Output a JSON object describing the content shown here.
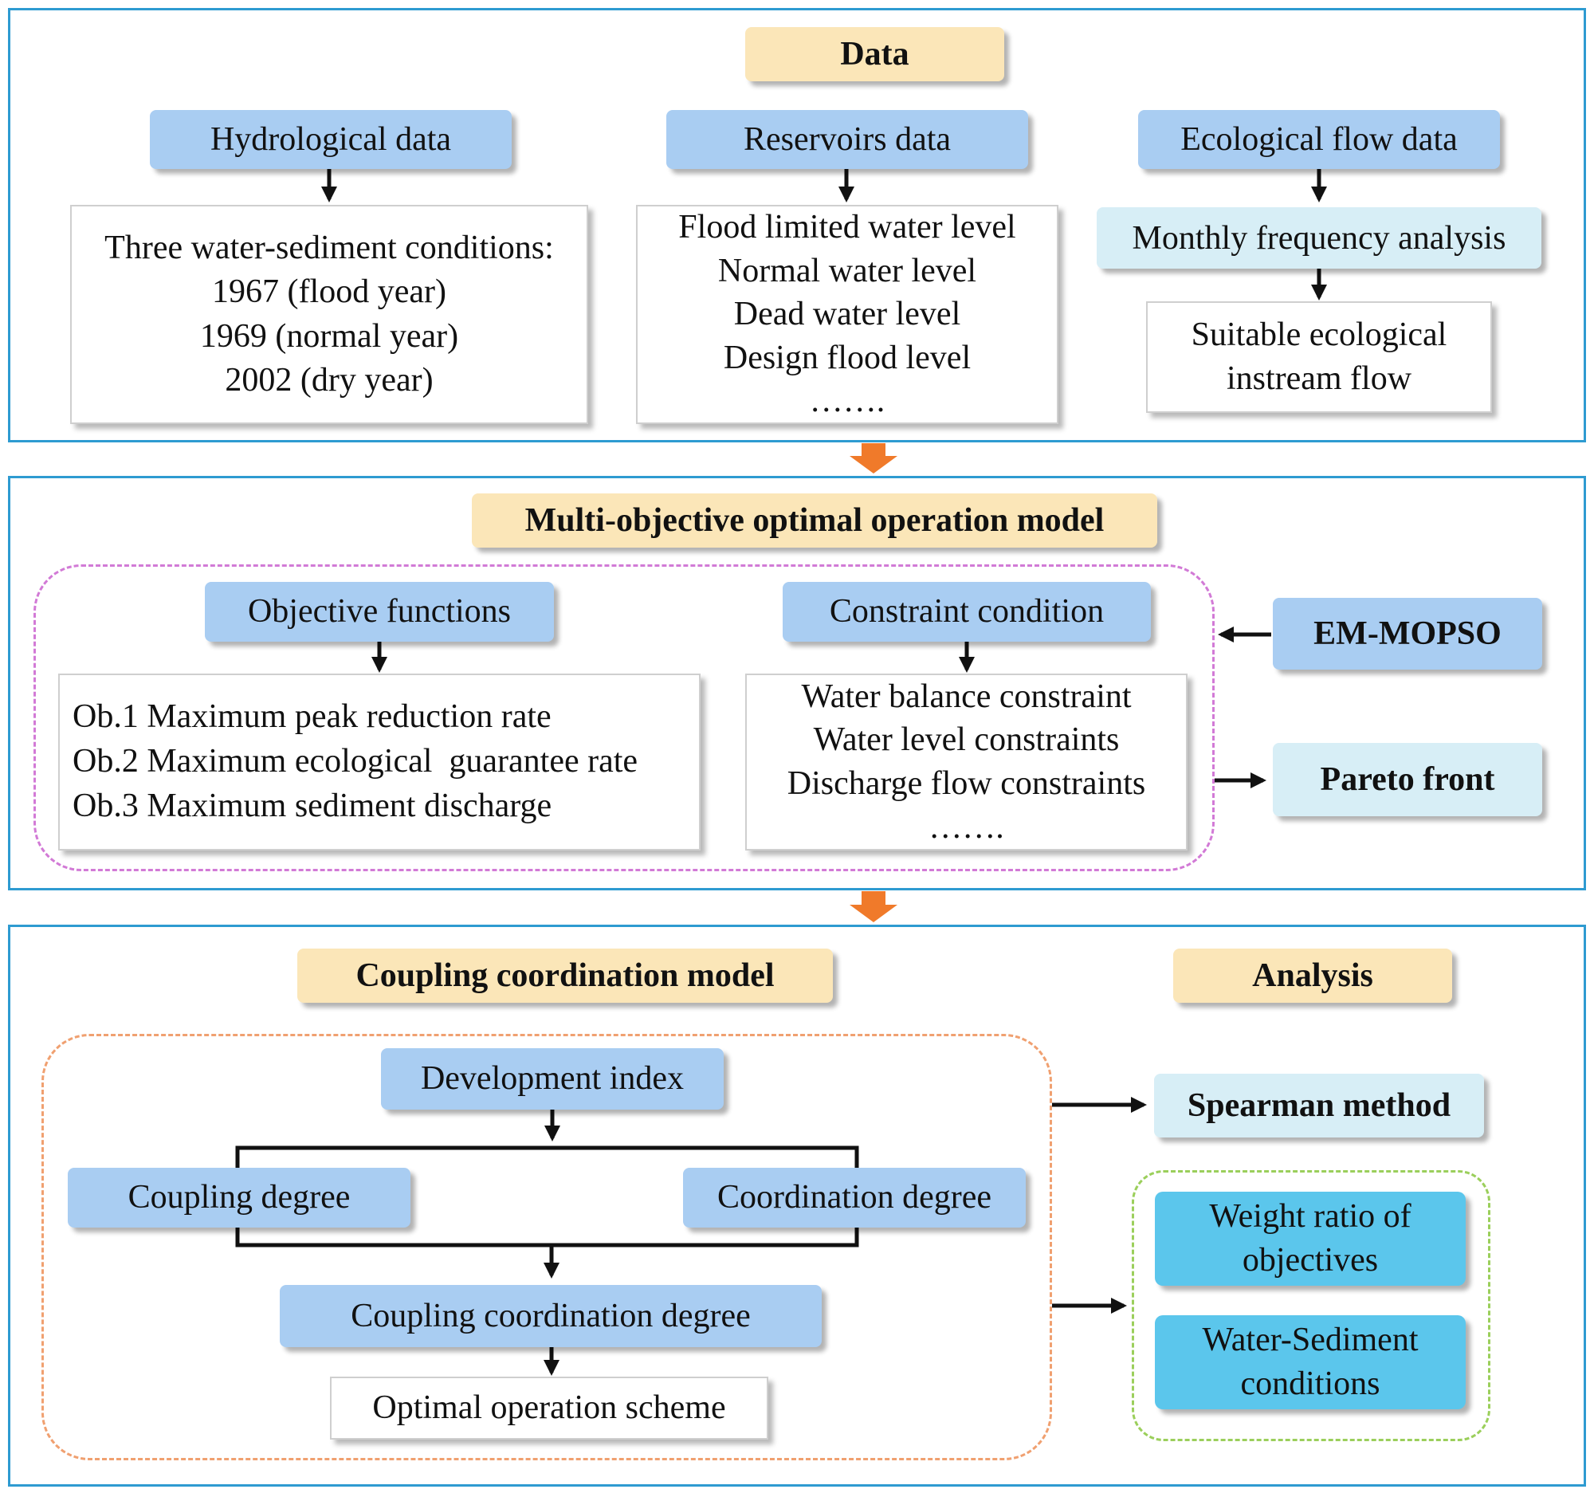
{
  "data_section": {
    "title": "Data",
    "hydrological": {
      "header": "Hydrological data",
      "lines": [
        "Three water-sediment conditions:",
        "1967 (flood year)",
        "1969 (normal year)",
        "2002 (dry year)"
      ]
    },
    "reservoirs": {
      "header": "Reservoirs data",
      "lines": [
        "Flood limited water level",
        "Normal water level",
        "Dead water level",
        "Design flood level",
        "……."
      ]
    },
    "ecological": {
      "header": "Ecological flow data",
      "analysis": "Monthly frequency analysis",
      "lines": [
        "Suitable ecological",
        "instream flow"
      ]
    }
  },
  "model_section": {
    "title": "Multi-objective optimal operation model",
    "objectives": {
      "header": "Objective functions",
      "lines": [
        "Ob.1 Maximum peak reduction rate",
        "Ob.2 Maximum ecological  guarantee rate",
        "Ob.3 Maximum sediment discharge"
      ]
    },
    "constraints": {
      "header": "Constraint condition",
      "lines": [
        "Water balance constraint",
        "Water level constraints",
        "Discharge flow constraints",
        "……."
      ]
    },
    "algorithm": "EM-MOPSO",
    "result": "Pareto front"
  },
  "coupling_section": {
    "title": "Coupling coordination model",
    "development_index": "Development index",
    "coupling_degree": "Coupling degree",
    "coordination_degree": "Coordination degree",
    "ccd": "Coupling coordination degree",
    "scheme": "Optimal operation scheme"
  },
  "analysis_section": {
    "title": "Analysis",
    "method": "Spearman method",
    "factors": [
      "Weight ratio of objectives",
      "Water-Sediment conditions"
    ]
  },
  "colors": {
    "panel_border": "#2e9bd1",
    "title_fill": "#fbe6b8",
    "header_fill": "#a9cdf2",
    "light_fill": "#d7eef6",
    "cyan_fill": "#5bc6ec",
    "orange_arrow": "#f07a2a",
    "magenta_dash": "#d27ad6",
    "orange_dash": "#f0a070",
    "green_dash": "#9bcf5b"
  }
}
